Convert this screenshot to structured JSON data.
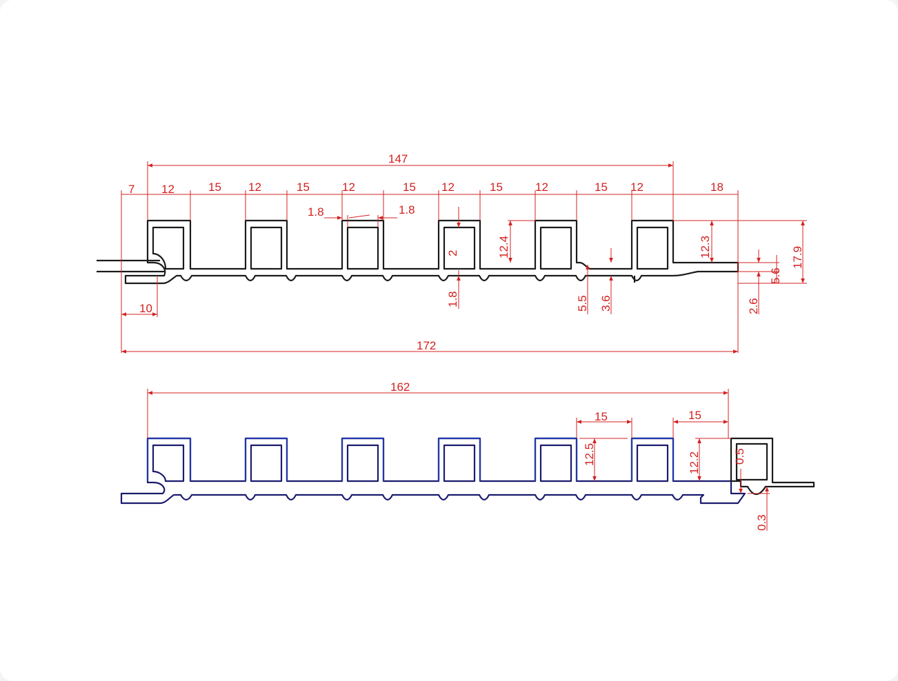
{
  "colors": {
    "dimension": "#d42020",
    "profile_top": "#1a1a1a",
    "profile_bottom": "#1a1a6e",
    "profile_bottom_accent": "#2236a8",
    "background": "#ffffff"
  },
  "profile_top": {
    "dims": {
      "overall_top": "147",
      "left_offset": "7",
      "right_offset": "18",
      "seq": [
        "12",
        "15",
        "12",
        "15",
        "12",
        "15",
        "12",
        "15",
        "12",
        "15",
        "12"
      ],
      "wall_a": "1.8",
      "wall_b": "1.8",
      "inner_depth": "2",
      "bottom_wall": "1.8",
      "rib_height": "12.4",
      "rib_right": "12.3",
      "total_height": "17.9",
      "lip_thk": "5.6",
      "lip_gap": "2.6",
      "groove_a": "5.5",
      "groove_b": "3.6",
      "left_tongue": "10",
      "overall_bottom": "172"
    }
  },
  "profile_bottom": {
    "dims": {
      "overall_top": "162",
      "pitch_a": "15",
      "pitch_b": "15",
      "rib_height": "12.5",
      "rib_right": "12.2",
      "clip_gap": "0.5",
      "clip_thk": "0.3"
    }
  }
}
